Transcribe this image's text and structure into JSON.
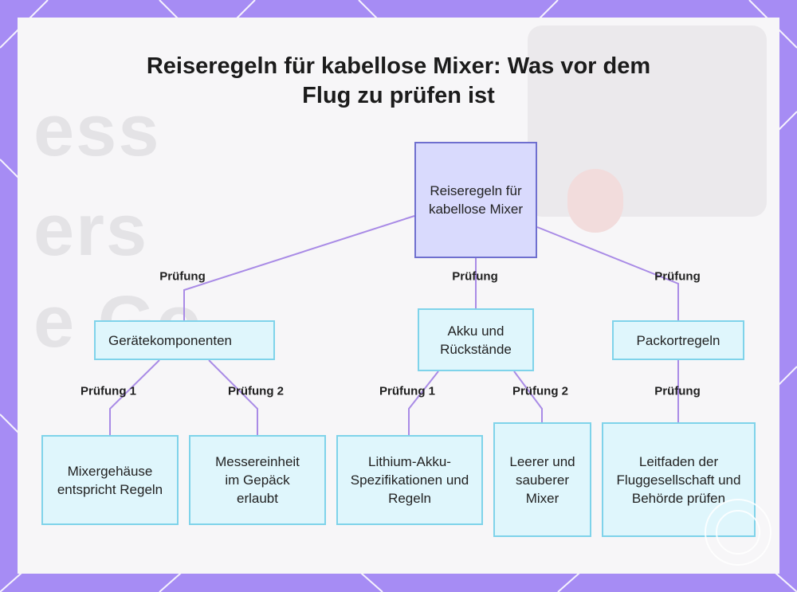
{
  "title": "Reiseregeln für kabellose Mixer: Was vor dem Flug zu prüfen ist",
  "background_text": [
    "ess",
    "ers",
    "e Go"
  ],
  "root": {
    "label": "Reiseregeln für kabellose Mixer"
  },
  "categories": [
    {
      "edge_label": "Prüfung",
      "label": "Gerätekomponenten"
    },
    {
      "edge_label": "Prüfung",
      "label": "Akku und Rückstände"
    },
    {
      "edge_label": "Prüfung",
      "label": "Packortregeln"
    }
  ],
  "leaves": [
    {
      "edge_label": "Prüfung 1",
      "label": "Mixergehäuse entspricht Regeln"
    },
    {
      "edge_label": "Prüfung 2",
      "label": "Messereinheit im Gepäck erlaubt"
    },
    {
      "edge_label": "Prüfung 1",
      "label": "Lithium-Akku-Spezifikationen und Regeln"
    },
    {
      "edge_label": "Prüfung 2",
      "label": "Leerer und sauberer Mixer"
    },
    {
      "edge_label": "Prüfung",
      "label": "Leitfaden der Fluggesellschaft und Behörde prüfen"
    }
  ],
  "colors": {
    "frame": "#a68cf4",
    "card": "#f7f6f8",
    "root_fill": "#d9dafd",
    "root_border": "#6f6fcf",
    "node_fill": "#dff6fc",
    "node_border": "#7fd3ea",
    "edge": "#a98be6"
  },
  "icons": [
    "logo-badge-icon"
  ]
}
